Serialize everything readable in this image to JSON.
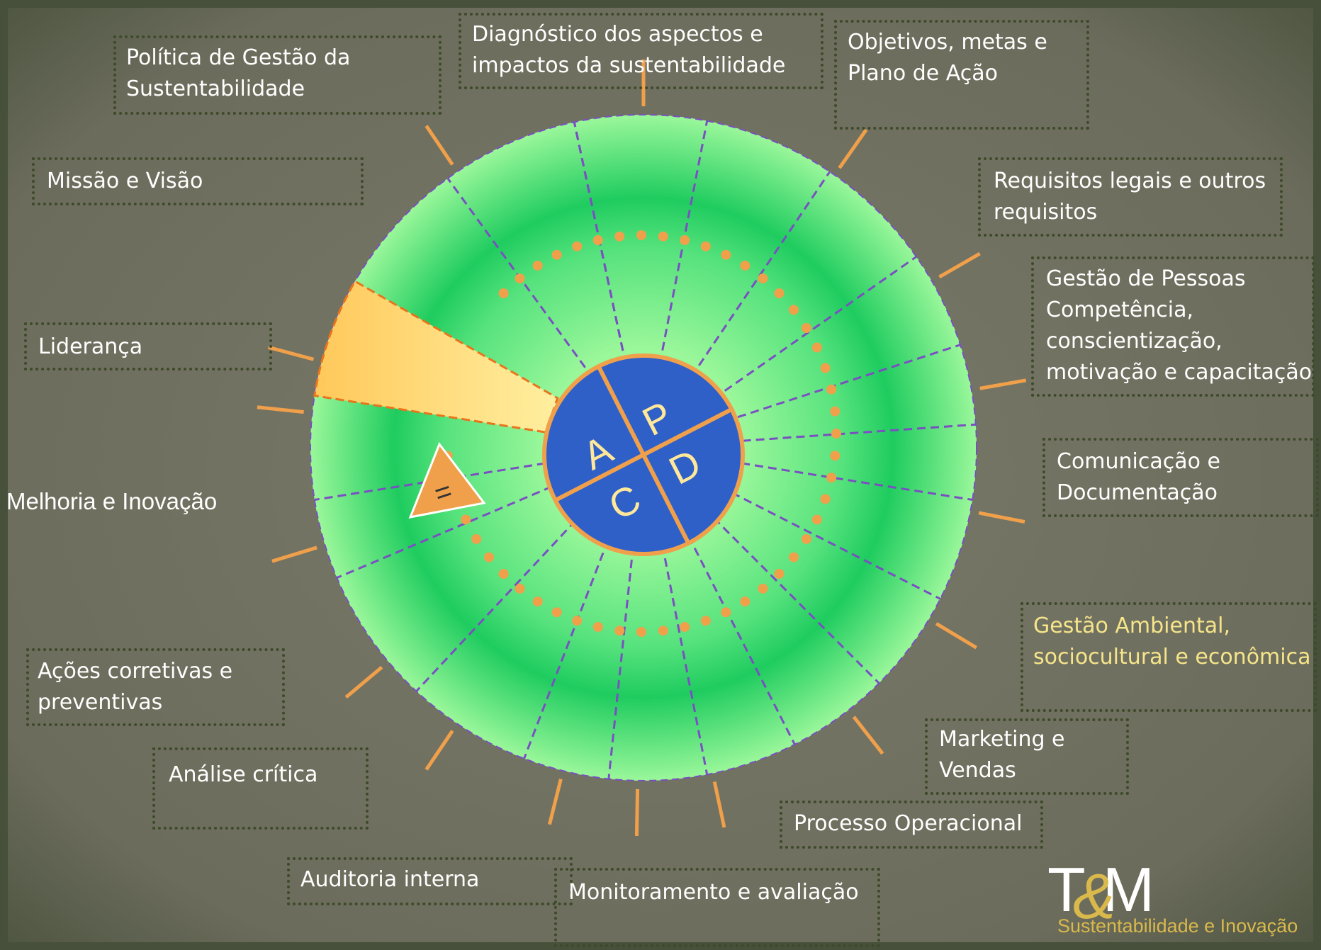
{
  "center": {
    "quadrants": [
      {
        "letter": "P"
      },
      {
        "letter": "D"
      },
      {
        "letter": "C"
      },
      {
        "letter": "A"
      }
    ]
  },
  "arrow_symbol": "=",
  "labels": [
    {
      "text": "Política de Gestão da\nSustentabilidade"
    },
    {
      "text": "Diagnóstico dos aspectos e\nimpactos da sustentabilidade"
    },
    {
      "text": "Objetivos, metas e\nPlano de Ação"
    },
    {
      "text": "Missão e Visão"
    },
    {
      "text": "Requisitos legais e outros\nrequisitos"
    },
    {
      "text": "Gestão de Pessoas\nCompetência,\nconscientização,\nmotivação e capacitação"
    },
    {
      "text": "Liderança"
    },
    {
      "text": "Comunicação e\nDocumentação"
    },
    {
      "text": "Melhoria e Inovação"
    },
    {
      "text": "Gestão Ambiental,\nsociocultural e econômica"
    },
    {
      "text": "Ações corretivas e\npreventivas"
    },
    {
      "text": "Marketing e\nVendas"
    },
    {
      "text": "Análise crítica"
    },
    {
      "text": "Processo Operacional"
    },
    {
      "text": "Auditoria interna"
    },
    {
      "text": "Monitoramento e avaliação"
    }
  ],
  "logo": {
    "mark_left": "T",
    "mark_amp": "&",
    "mark_right": "M",
    "subtitle": "Sustentabilidade e Inovação"
  },
  "colors": {
    "wedge_green_outer": "#1fcc5f",
    "wedge_green_inner": "#9af79a",
    "highlight_wedge": "#ffd97a",
    "center_blue": "#2f60c8",
    "accent_orange": "#f0a04b",
    "divider_purple": "#7a4fc2",
    "label_yellow": "#f6e58a"
  }
}
